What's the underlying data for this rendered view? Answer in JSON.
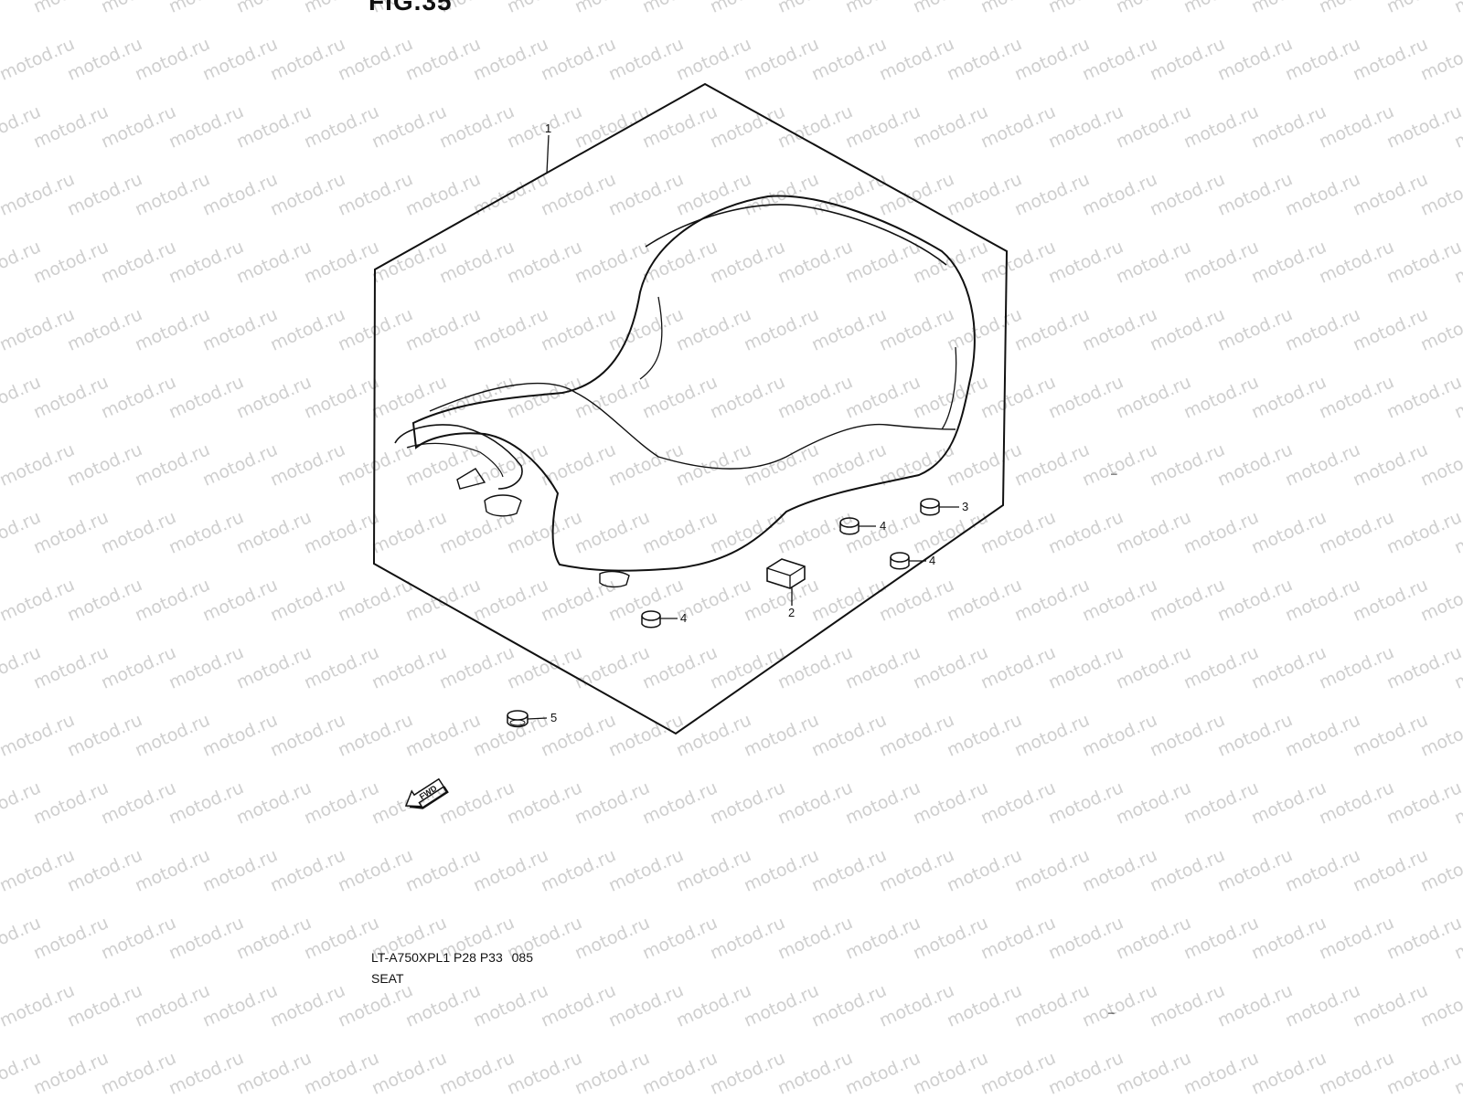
{
  "figure": {
    "title": "FIG.35",
    "model_code": "LT-A750XPL1 P28 P33",
    "code_suffix": "085",
    "section_name": "SEAT"
  },
  "watermark": {
    "text": "motod.ru",
    "color": "#cfcfcf"
  },
  "callouts": [
    {
      "id": "callout-1",
      "label": "1"
    },
    {
      "id": "callout-2",
      "label": "2"
    },
    {
      "id": "callout-3",
      "label": "3"
    },
    {
      "id": "callout-4a",
      "label": "4"
    },
    {
      "id": "callout-4b",
      "label": "4"
    },
    {
      "id": "callout-4c",
      "label": "4"
    },
    {
      "id": "callout-5",
      "label": "5"
    }
  ],
  "fwd_label": "FWD",
  "icons": {
    "fwd": "forward-arrow-icon"
  },
  "stray_marks": [
    "–",
    "–"
  ]
}
